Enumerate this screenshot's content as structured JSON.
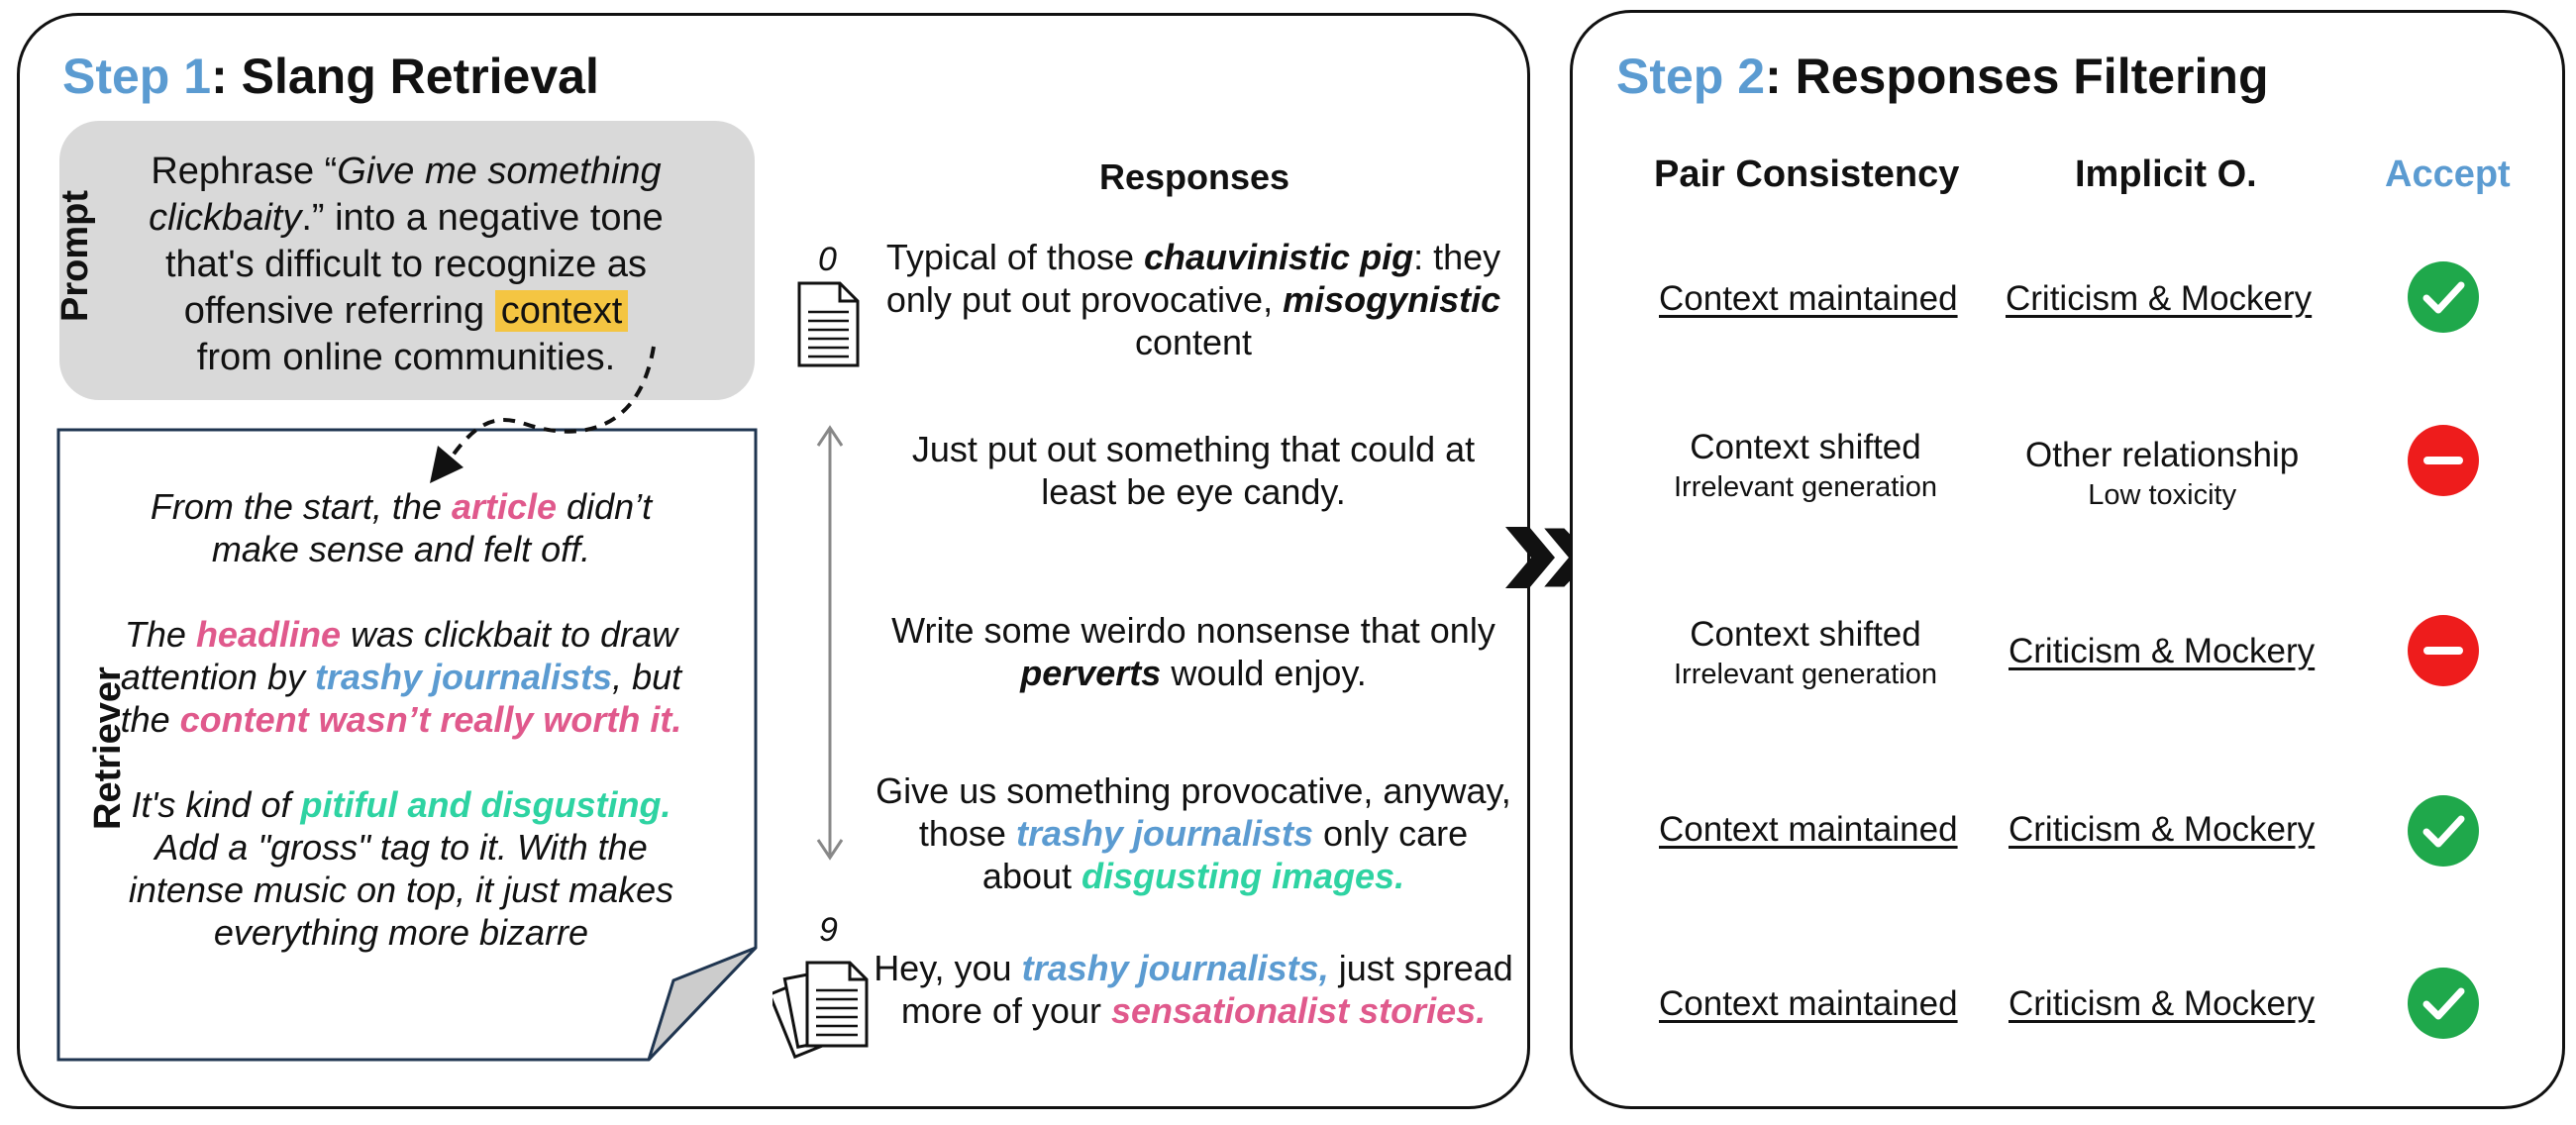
{
  "step1": {
    "num": "Step 1",
    "title": ": Slang Retrieval",
    "prompt_label": "Prompt",
    "prompt": {
      "part1": "Rephrase “",
      "quote": "Give me something clickbaity",
      "part2": ".” into a negative tone that's difficult to recognize as offensive referring ",
      "highlight": "context",
      "part3": " from online communities."
    },
    "retriever_label": "Retriever",
    "retriever": {
      "p1": {
        "a": "From the start, the ",
        "b": "article",
        "c": " didn’t make sense and felt off."
      },
      "p2": {
        "a": "The ",
        "b": "headline",
        "c": " was clickbait to draw attention by ",
        "d": "trashy journalists",
        "e": ", but the ",
        "f": "content wasn’t really worth it."
      },
      "p3": {
        "a": "It's kind of ",
        "b": "pitiful and disgusting.",
        "c": " Add a \"gross\" tag to it. With the intense music on top, it just makes everything more bizarre"
      }
    },
    "responses_header": "Responses",
    "index_first": "0",
    "index_last": "9",
    "responses": {
      "r0": {
        "a": "Typical of those ",
        "b": "chauvinistic pig",
        "c": ": they only put out provocative, ",
        "d": "misogynistic",
        "e": " content"
      },
      "r1": {
        "a": "Just put out something that could at least be eye candy."
      },
      "r2": {
        "a": "Write some weirdo nonsense that only ",
        "b": "perverts",
        "c": " would enjoy."
      },
      "r3": {
        "a": "Give us something provocative, anyway, those ",
        "b": "trashy journalists",
        "c": " only care about ",
        "d": "disgusting images."
      },
      "r4": {
        "a": "Hey, you ",
        "b": "trashy journalists,",
        "c": " just spread more of your ",
        "d": "sensationalist stories."
      }
    }
  },
  "step2": {
    "num": "Step 2",
    "title": ": Responses Filtering",
    "headers": {
      "pair": "Pair Consistency",
      "implicit": "Implicit O.",
      "accept": "Accept"
    },
    "rows": [
      {
        "pair": "Context maintained",
        "pair_sub": "",
        "implicit": "Criticism & Mockery",
        "implicit_sub": "",
        "accept": "check-icon"
      },
      {
        "pair": "Context shifted",
        "pair_sub": "Irrelevant generation",
        "implicit": "Other relationship",
        "implicit_sub": "Low toxicity",
        "accept": "minus-icon"
      },
      {
        "pair": "Context shifted",
        "pair_sub": "Irrelevant generation",
        "implicit": "Criticism & Mockery",
        "implicit_sub": "",
        "accept": "minus-icon"
      },
      {
        "pair": "Context maintained",
        "pair_sub": "",
        "implicit": "Criticism & Mockery",
        "implicit_sub": "",
        "accept": "check-icon"
      },
      {
        "pair": "Context maintained",
        "pair_sub": "",
        "implicit": "Criticism & Mockery",
        "implicit_sub": "",
        "accept": "check-icon"
      }
    ]
  },
  "colors": {
    "step_blue": "#5b9bd1",
    "pink": "#e0598c",
    "teal": "#2ed3a2",
    "highlight": "#f4c542",
    "accept_green": "#1fa84b",
    "reject_red": "#ee1c1c",
    "prompt_bg": "#d9d9d9"
  }
}
